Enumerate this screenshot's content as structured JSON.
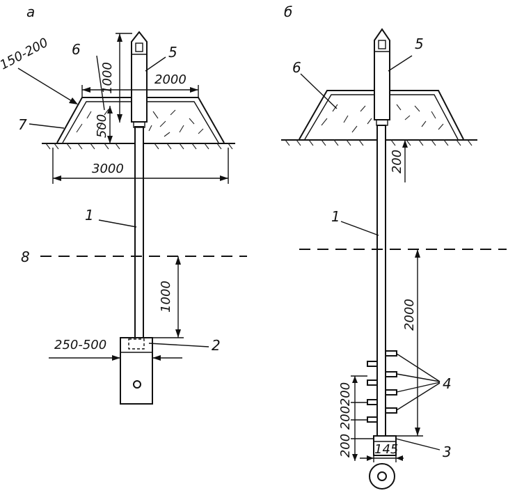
{
  "panels": {
    "a": {
      "letter": "a",
      "callouts": {
        "n1": "1",
        "n2": "2",
        "n5": "5",
        "n6": "6",
        "n7": "7",
        "n8": "8"
      },
      "dimensions": {
        "d1000_top": "1000",
        "d2000": "2000",
        "d150_200": "150-200",
        "d500": "500",
        "d3000": "3000",
        "d1000_low": "1000",
        "d250_500": "250-500"
      }
    },
    "b": {
      "letter": "б",
      "callouts": {
        "n1": "1",
        "n3": "3",
        "n4": "4",
        "n5": "5",
        "n6": "6"
      },
      "dimensions": {
        "d200_top": "200",
        "d2000": "2000",
        "d200_a": "200",
        "d200_b": "200",
        "d200_c": "200",
        "d145": "145"
      }
    }
  }
}
